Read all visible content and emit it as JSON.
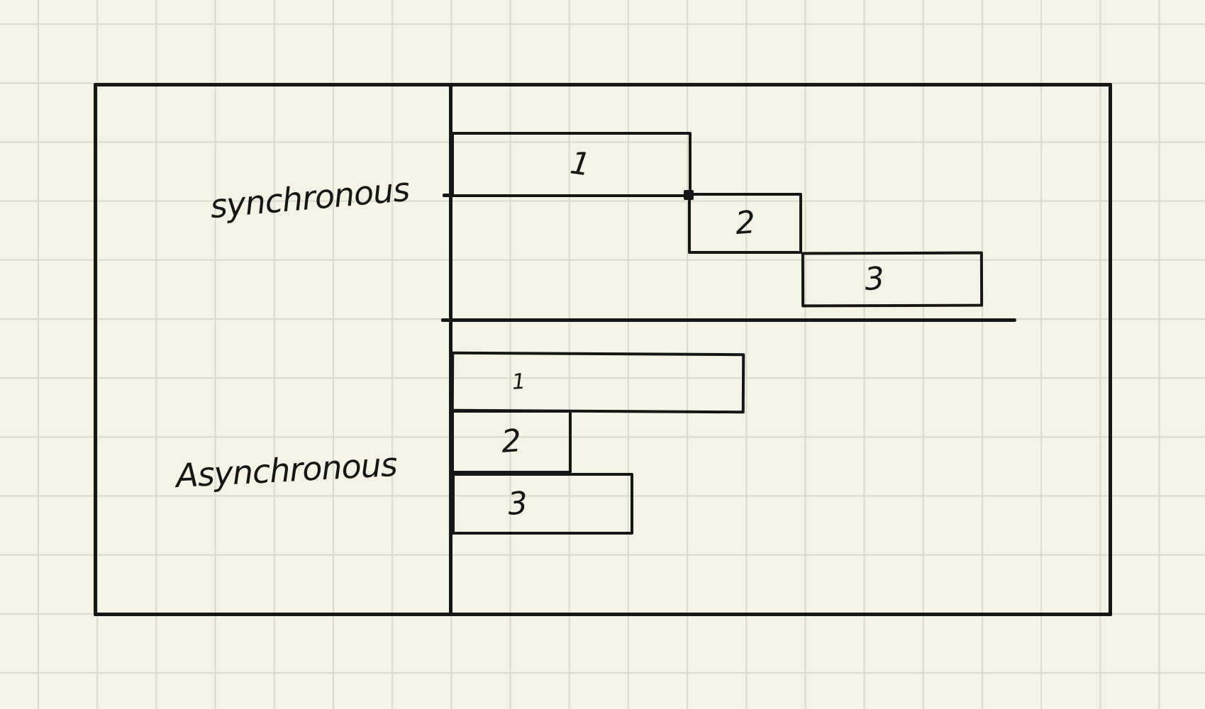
{
  "diagram": {
    "type": "hand-drawn-gantt-sketch",
    "colors": {
      "background": "#F5F2E6",
      "grid_line": "#DBD9CB",
      "ink": "#161616"
    },
    "sections": [
      {
        "label": "synchronous",
        "tasks": [
          {
            "label": "1"
          },
          {
            "label": "2"
          },
          {
            "label": "3"
          }
        ]
      },
      {
        "label": "Asynchronous",
        "tasks": [
          {
            "label": "1"
          },
          {
            "label": "2"
          },
          {
            "label": "3"
          }
        ]
      }
    ]
  }
}
